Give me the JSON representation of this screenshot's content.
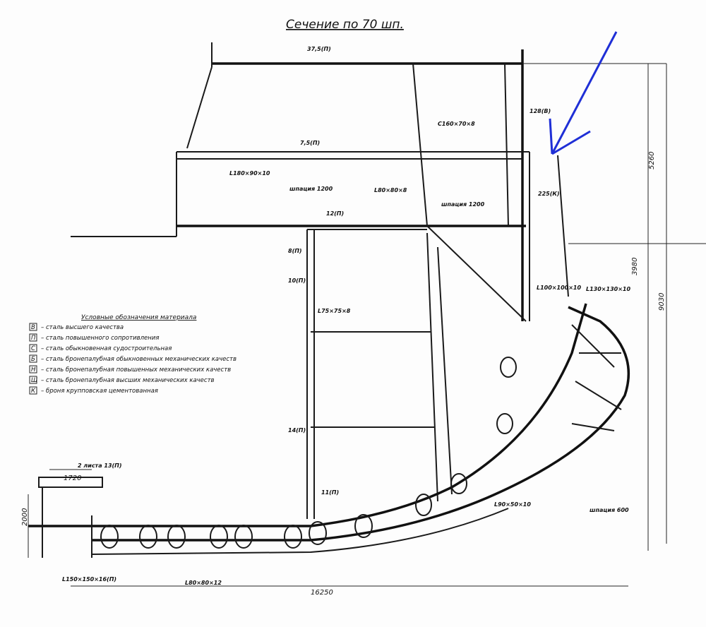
{
  "title": "Сечение по 70 шп.",
  "legend": {
    "heading": "Условные обозначения материала",
    "items": [
      {
        "code": "В",
        "text": "сталь высшего качества"
      },
      {
        "code": "П",
        "text": "сталь повышенного сопротивления"
      },
      {
        "code": "С",
        "text": "сталь обыкновенная судостроительная"
      },
      {
        "code": "Б",
        "text": "сталь бронепалубная обыкновенных механических качеств"
      },
      {
        "code": "Н",
        "text": "сталь бронепалубная повышенных механических качеств"
      },
      {
        "code": "Ш",
        "text": "сталь бронепалубная высших механических качеств"
      },
      {
        "code": "К",
        "text": "броня крупповская цементованная"
      }
    ]
  },
  "labels": {
    "deck_top": "37,5(П)",
    "upper_spacing": "шпация 1200",
    "mid_spacing": "шпация 1200",
    "lower_deck": "7,5(П)",
    "angle1": "L180×90×10",
    "angle2": "L80×80×8",
    "angle3": "L75×75×8",
    "angle4": "L100×100×10",
    "angle5": "L130×130×10",
    "plate_12": "12(П)",
    "plate_8": "8(П)",
    "plate_10": "10(П)",
    "plate_14": "14(П)",
    "plate_11": "11(П)",
    "plate_225": "225(К)",
    "plate_128": "128(В)",
    "channel": "С160×70×8",
    "keel": "2 листа 13(П)",
    "keel_width": "1720",
    "keel_height": "2000",
    "spacing_600": "шпация 600",
    "bilge_angle": "L150×150×16(П)",
    "bottom_angle": "L80×80×12",
    "side_angle": "L90×50×10"
  },
  "dimensions": {
    "half_breadth": "16250",
    "height_right": "9030",
    "height_upper": "5260",
    "height_mid": "3980"
  },
  "annotation_color": "#1f2fd6"
}
